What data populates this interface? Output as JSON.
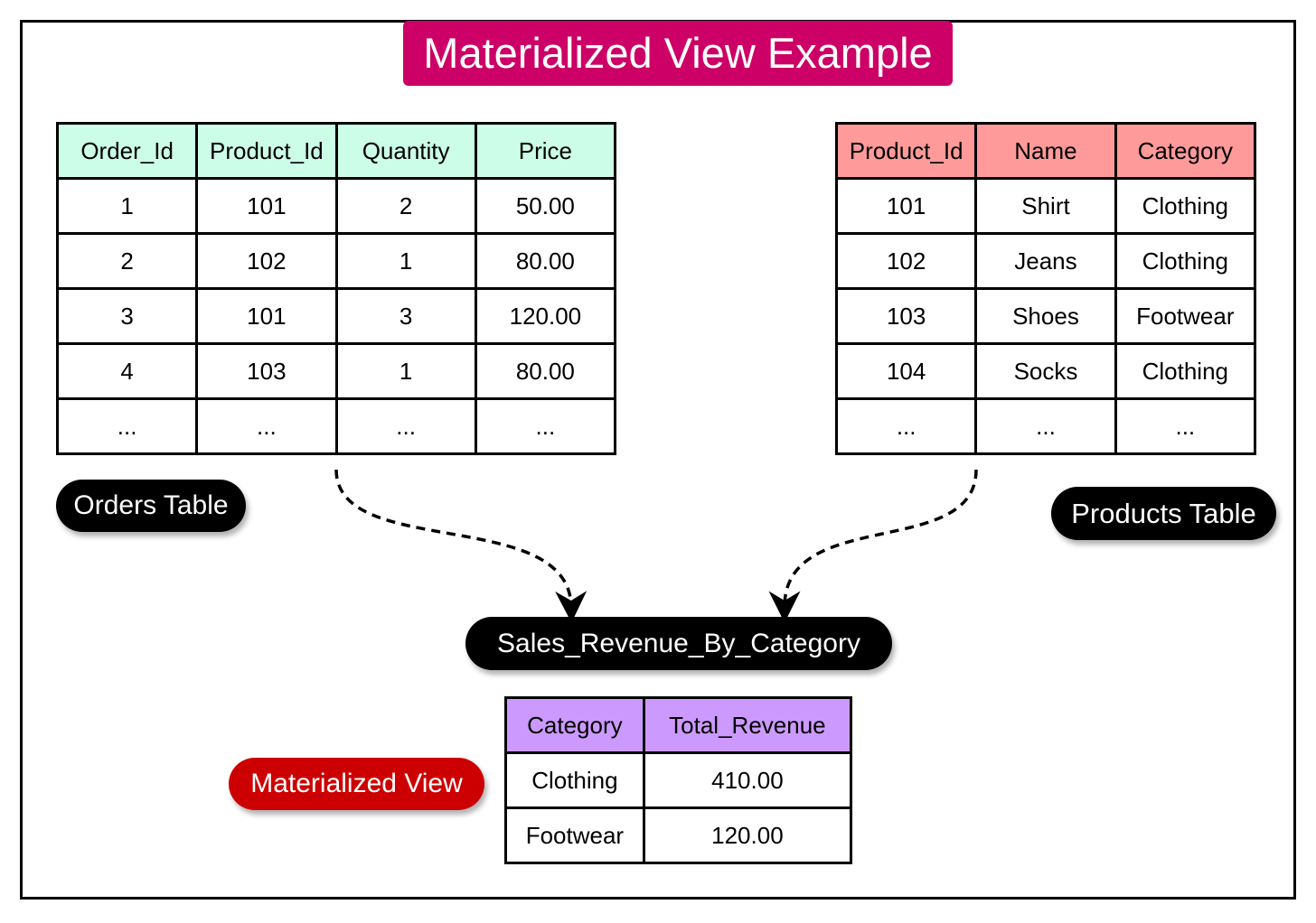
{
  "title": "Materialized View Example",
  "colors": {
    "title_bg": "#cc0066",
    "orders_header_bg": "#ccfde8",
    "products_header_bg": "#fe9a9a",
    "view_header_bg": "#cc9aff",
    "label_bg": "#000000",
    "materialized_label_bg": "#cc0000"
  },
  "orders": {
    "label": "Orders Table",
    "headers": [
      "Order_Id",
      "Product_Id",
      "Quantity",
      "Price"
    ],
    "rows": [
      [
        "1",
        "101",
        "2",
        "50.00"
      ],
      [
        "2",
        "102",
        "1",
        "80.00"
      ],
      [
        "3",
        "101",
        "3",
        "120.00"
      ],
      [
        "4",
        "103",
        "1",
        "80.00"
      ],
      [
        "...",
        "...",
        "...",
        "..."
      ]
    ]
  },
  "products": {
    "label": "Products Table",
    "headers": [
      "Product_Id",
      "Name",
      "Category"
    ],
    "rows": [
      [
        "101",
        "Shirt",
        "Clothing"
      ],
      [
        "102",
        "Jeans",
        "Clothing"
      ],
      [
        "103",
        "Shoes",
        "Footwear"
      ],
      [
        "104",
        "Socks",
        "Clothing"
      ],
      [
        "...",
        "...",
        "..."
      ]
    ]
  },
  "view": {
    "name": "Sales_Revenue_By_Category",
    "label": "Materialized View",
    "headers": [
      "Category",
      "Total_Revenue"
    ],
    "rows": [
      [
        "Clothing",
        "410.00"
      ],
      [
        "Footwear",
        "120.00"
      ]
    ]
  }
}
